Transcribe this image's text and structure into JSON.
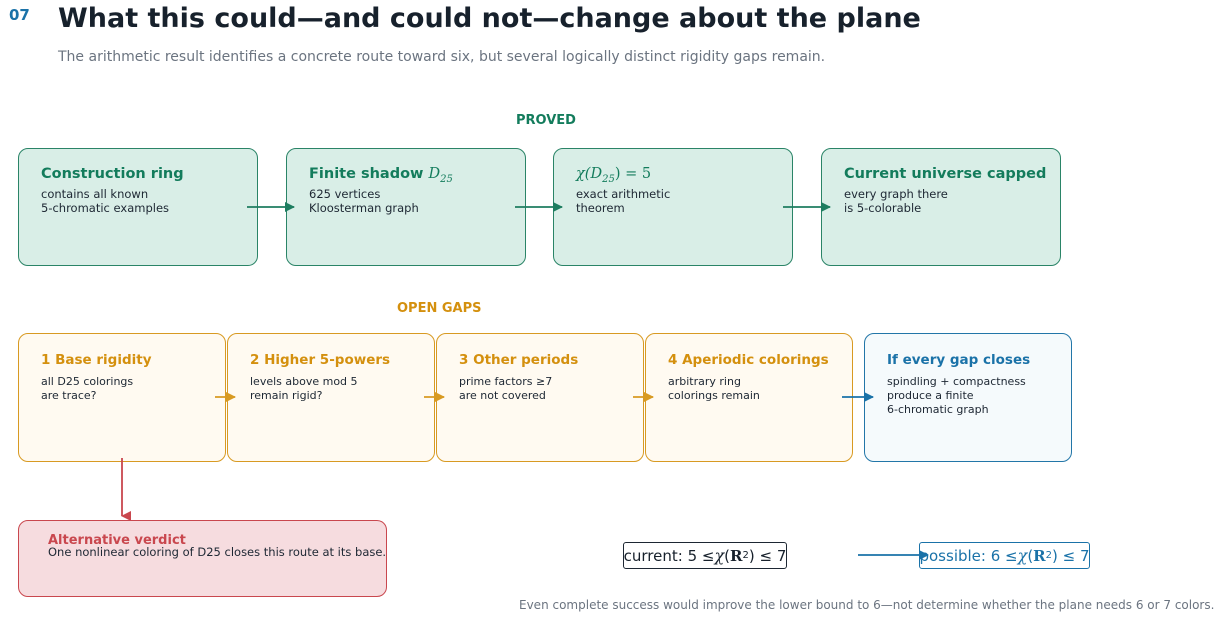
{
  "header": {
    "slide_number": "07",
    "title": "What this could—and could not—change about the plane",
    "subtitle": "The arithmetic result identifies a concrete route toward six, but several logically distinct rigidity gaps remain."
  },
  "proved": {
    "label": "PROVED",
    "boxes": [
      {
        "title": "Construction ring",
        "text": "contains all known\n5-chromatic examples"
      },
      {
        "title_prefix": "Finite shadow ",
        "title_math": "D",
        "title_sub": "25",
        "text": "625 vertices\nKloosterman graph"
      },
      {
        "title_math": "χ(D",
        "title_sub": "25",
        "title_suffix": ") = 5",
        "text": "exact arithmetic\ntheorem"
      },
      {
        "title": "Current universe capped",
        "text": "every graph there\nis 5-colorable"
      }
    ]
  },
  "open_gaps": {
    "label": "OPEN GAPS",
    "boxes": [
      {
        "title": "1  Base rigidity",
        "text": "all D25 colorings\nare trace?"
      },
      {
        "title": "2  Higher 5-powers",
        "text": "levels above mod 5\nremain rigid?"
      },
      {
        "title": "3  Other periods",
        "text": "prime factors ≥7\nare not covered"
      },
      {
        "title": "4  Aperiodic colorings",
        "text": "arbitrary ring\ncolorings remain"
      }
    ],
    "outcome": {
      "title": "If every gap closes",
      "text": "spindling + compactness\nproduce a finite\n6-chromatic graph"
    }
  },
  "alternative": {
    "title": "Alternative verdict",
    "text": "One nonlinear coloring of D25 closes this route at its base."
  },
  "bounds": {
    "current_prefix": "current: 5 ≤ ",
    "possible_prefix": "possible: 6 ≤ ",
    "chi": "χ",
    "open_paren": "(",
    "R": "R",
    "exp": "2",
    "current_suffix": ") ≤ 7",
    "possible_suffix": ") ≤ 7"
  },
  "footnote": "Even complete success would improve the lower bound to 6—not determine whether the plane needs 6 or 7 colors.",
  "colors": {
    "green": "#137c5c",
    "amber": "#d4900e",
    "blue": "#1a72a8",
    "red": "#c9474e"
  }
}
